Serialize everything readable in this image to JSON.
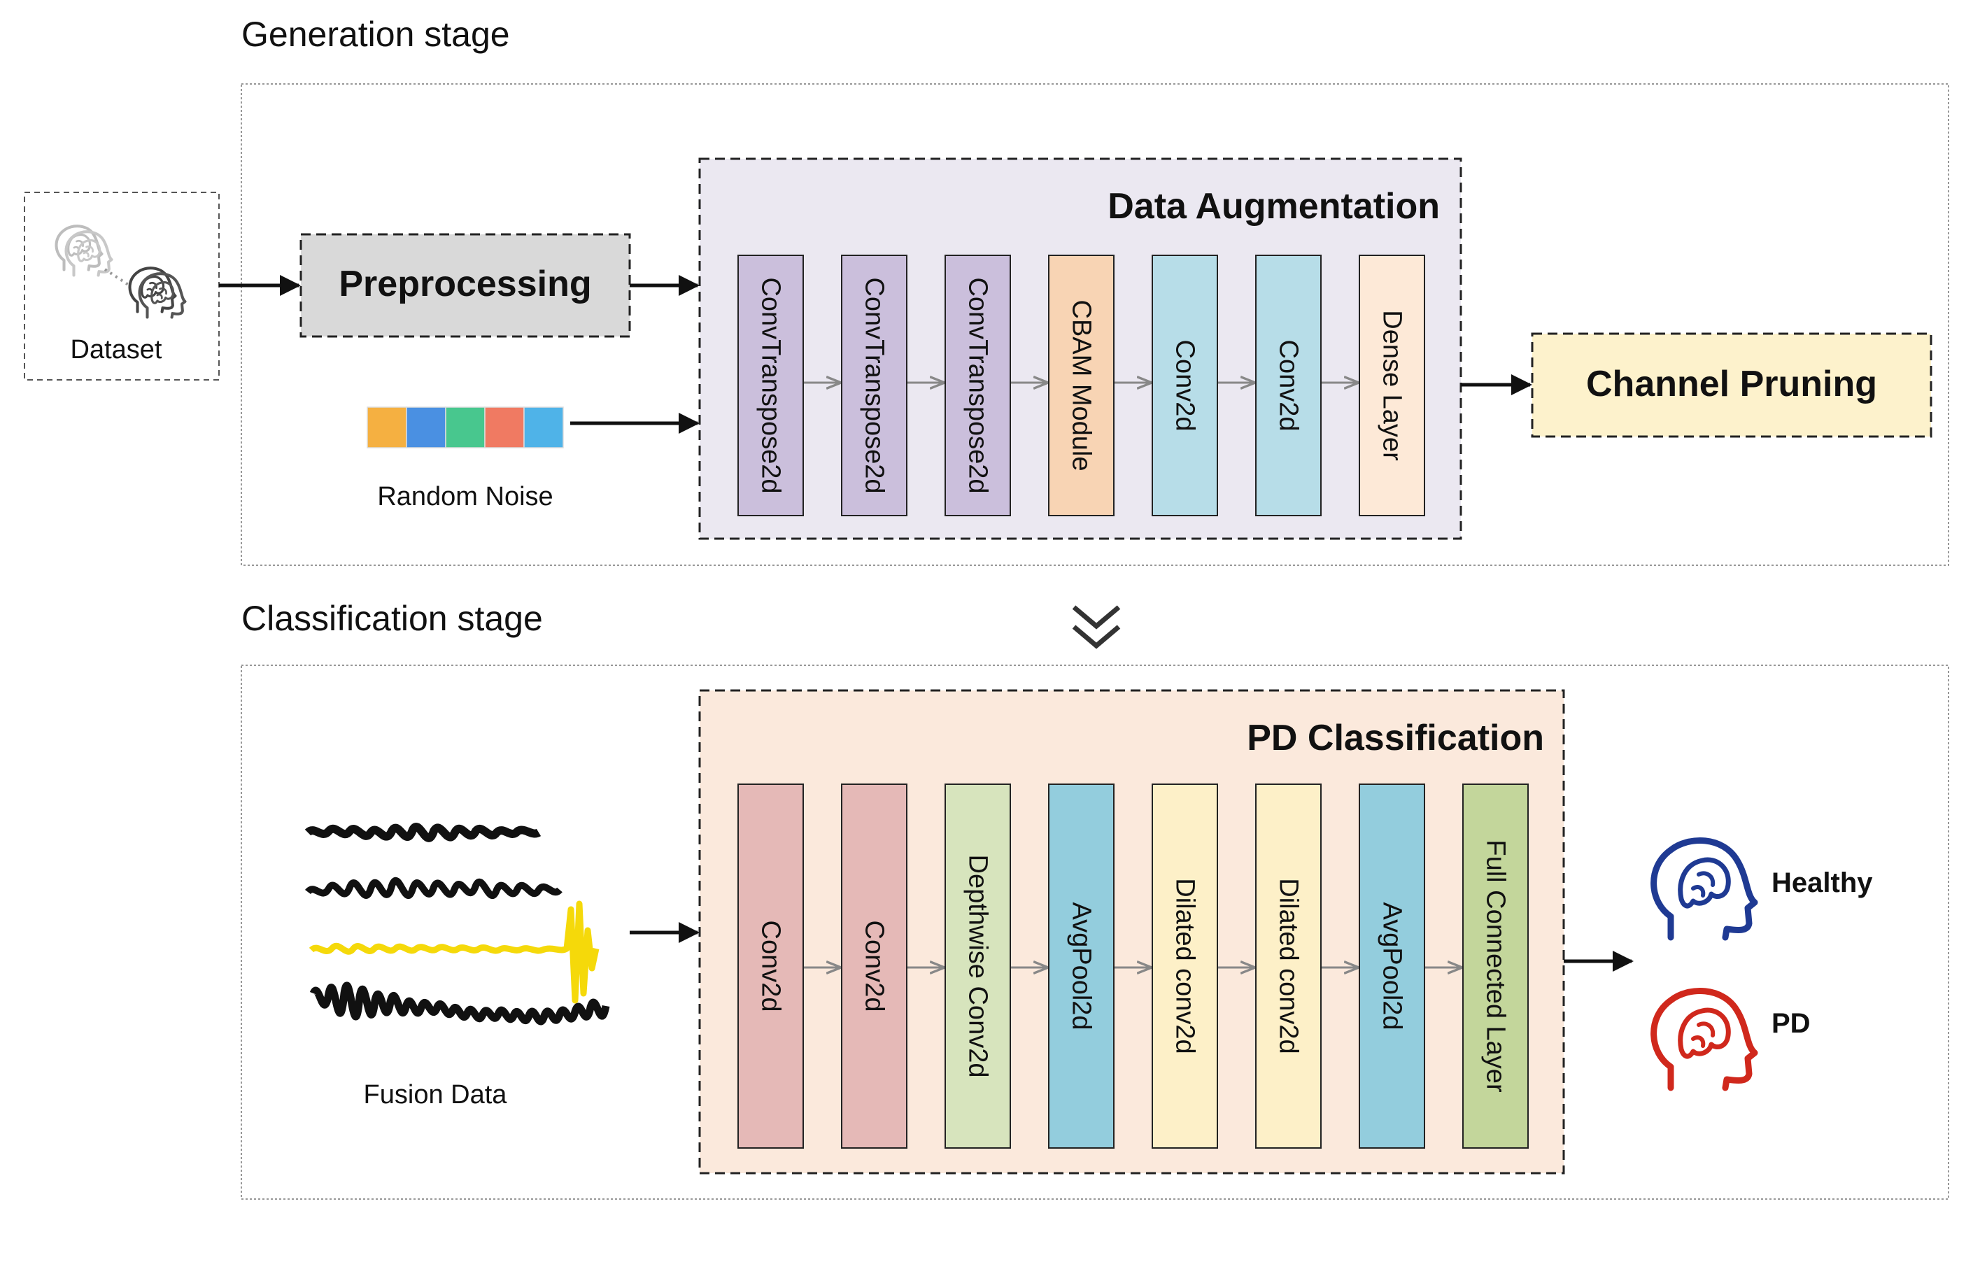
{
  "generation": {
    "title": "Generation stage",
    "dataset_label": "Dataset",
    "preprocessing_label": "Preprocessing",
    "noise_label": "Random Noise",
    "noise_colors": [
      "#f5b041",
      "#4a90e2",
      "#48c78e",
      "#f07a62",
      "#4fb3e8"
    ],
    "augmentation": {
      "title": "Data Augmentation",
      "layers": [
        {
          "label": "ConvTranspose2d",
          "color": "#cbbfdc"
        },
        {
          "label": "ConvTranspose2d",
          "color": "#cbbfdc"
        },
        {
          "label": "ConvTranspose2d",
          "color": "#cbbfdc"
        },
        {
          "label": "CBAM Module",
          "color": "#f8d4b4"
        },
        {
          "label": "Conv2d",
          "color": "#b7dde8"
        },
        {
          "label": "Conv2d",
          "color": "#b7dde8"
        },
        {
          "label": "Dense Layer",
          "color": "#fde9d7"
        }
      ]
    },
    "pruning_label": "Channel Pruning"
  },
  "classification": {
    "title": "Classification stage",
    "fusion_label": "Fusion Data",
    "pd_box": {
      "title": "PD Classification",
      "layers": [
        {
          "label": "Conv2d",
          "color": "#e5b9b7"
        },
        {
          "label": "Conv2d",
          "color": "#e5b9b7"
        },
        {
          "label": "Depthwise Conv2d",
          "color": "#d7e4bd"
        },
        {
          "label": "AvgPool2d",
          "color": "#93cddd"
        },
        {
          "label": "Dilated conv2d",
          "color": "#fdf0c8"
        },
        {
          "label": "Dilated conv2d",
          "color": "#fdf0c8"
        },
        {
          "label": "AvgPool2d",
          "color": "#93cddd"
        },
        {
          "label": "Full Connected Layer",
          "color": "#c3d69b"
        }
      ]
    },
    "outputs": [
      {
        "label": "Healthy",
        "color": "#1f3a93"
      },
      {
        "label": "PD",
        "color": "#d0281c"
      }
    ]
  },
  "colors": {
    "augmentation_bg": "#ebe8f1",
    "pd_bg": "#fbe9dc",
    "preprocessing_bg": "#d9d9d9",
    "pruning_bg": "#fdf2cc",
    "signal_highlight": "#f5d90a"
  }
}
